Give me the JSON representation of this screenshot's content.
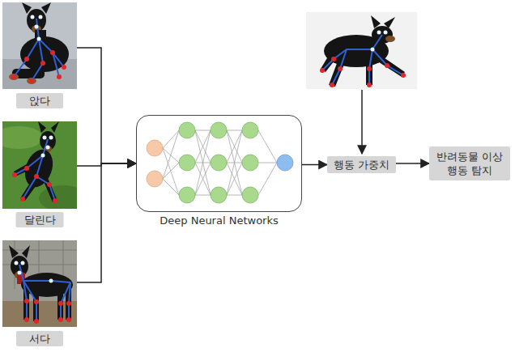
{
  "diagram": {
    "nodes": [
      {
        "text": [
          "앉다"
        ]
      },
      {
        "text": [
          "달린다"
        ]
      },
      {
        "text": [
          "서다"
        ]
      },
      {
        "text": [
          "Deep Neural Networks"
        ]
      },
      {
        "text": [
          "행동 가중치"
        ]
      },
      {
        "text": [
          "반려동물 이상행동 탐지"
        ]
      }
    ],
    "edges": [
      {
        "from": 0,
        "to": 3,
        "arrow": "to"
      },
      {
        "from": 1,
        "to": 3,
        "arrow": "to"
      },
      {
        "from": 2,
        "to": 3,
        "arrow": "to"
      },
      {
        "from": 3,
        "to": 4,
        "arrow": "to"
      },
      {
        "from": 4,
        "to": 5,
        "arrow": "to"
      }
    ]
  }
}
